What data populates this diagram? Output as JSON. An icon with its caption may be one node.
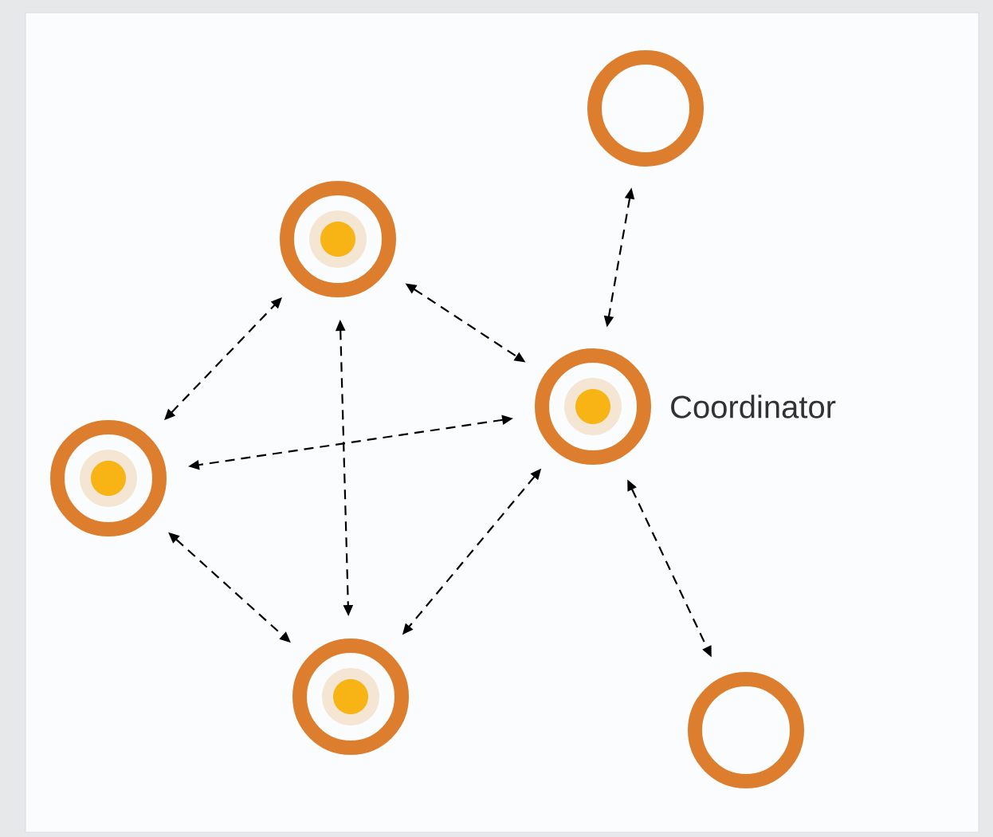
{
  "diagram": {
    "nodes": [
      {
        "text": [],
        "shape": "circle"
      },
      {
        "text": [],
        "shape": "circle"
      },
      {
        "text": [],
        "shape": "circle",
        "beside": [
          "Coordinator"
        ]
      },
      {
        "text": [],
        "shape": "circle"
      },
      {
        "text": [],
        "shape": "circle"
      },
      {
        "text": [],
        "shape": "circle"
      }
    ],
    "edges": [
      {
        "from": 0,
        "to": 2,
        "arrow": "both",
        "style": "dashed"
      },
      {
        "from": 1,
        "to": 2,
        "arrow": "both",
        "style": "dashed"
      },
      {
        "from": 3,
        "to": 1,
        "arrow": "both",
        "style": "dashed"
      },
      {
        "from": 2,
        "to": 3,
        "arrow": "both",
        "style": "dashed"
      },
      {
        "from": 1,
        "to": 4,
        "arrow": "both",
        "style": "dashed"
      },
      {
        "from": 3,
        "to": 4,
        "arrow": "both",
        "style": "dashed"
      },
      {
        "from": 2,
        "to": 4,
        "arrow": "both",
        "style": "dashed"
      },
      {
        "from": 2,
        "to": 5,
        "arrow": "both",
        "style": "dashed"
      }
    ]
  }
}
